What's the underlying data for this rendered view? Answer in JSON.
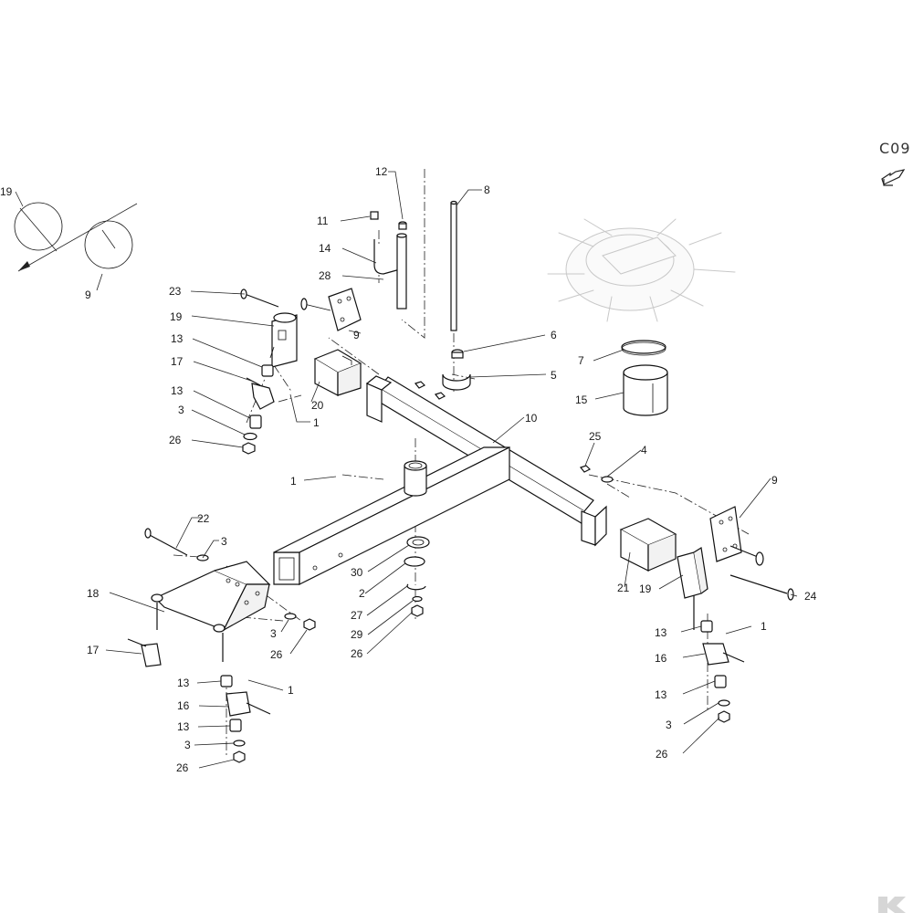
{
  "sheet_code": "C09",
  "icons": {
    "page_arrow": "arrow-icon",
    "logo": "brand-logo"
  },
  "inset": {
    "label_left": "19",
    "label_right": "9"
  },
  "callouts": {
    "c1a": "1",
    "c1b": "1",
    "c1c": "1",
    "c1d": "1",
    "c2": "2",
    "c3a": "3",
    "c3b": "3",
    "c3c": "3",
    "c3d": "3",
    "c3e": "3",
    "c4": "4",
    "c5": "5",
    "c6": "6",
    "c7": "7",
    "c8": "8",
    "c9a": "9",
    "c9b": "9",
    "c10": "10",
    "c11": "11",
    "c12": "12",
    "c13a": "13",
    "c13b": "13",
    "c13c": "13",
    "c13d": "13",
    "c13e": "13",
    "c13f": "13",
    "c14": "14",
    "c15": "15",
    "c16a": "16",
    "c16b": "16",
    "c17a": "17",
    "c17b": "17",
    "c18": "18",
    "c19a": "19",
    "c19b": "19",
    "c20": "20",
    "c21": "21",
    "c22": "22",
    "c23": "23",
    "c24": "24",
    "c25": "25",
    "c26a": "26",
    "c26b": "26",
    "c26c": "26",
    "c26d": "26",
    "c26e": "26",
    "c27": "27",
    "c28": "28",
    "c29": "29",
    "c30": "30"
  }
}
